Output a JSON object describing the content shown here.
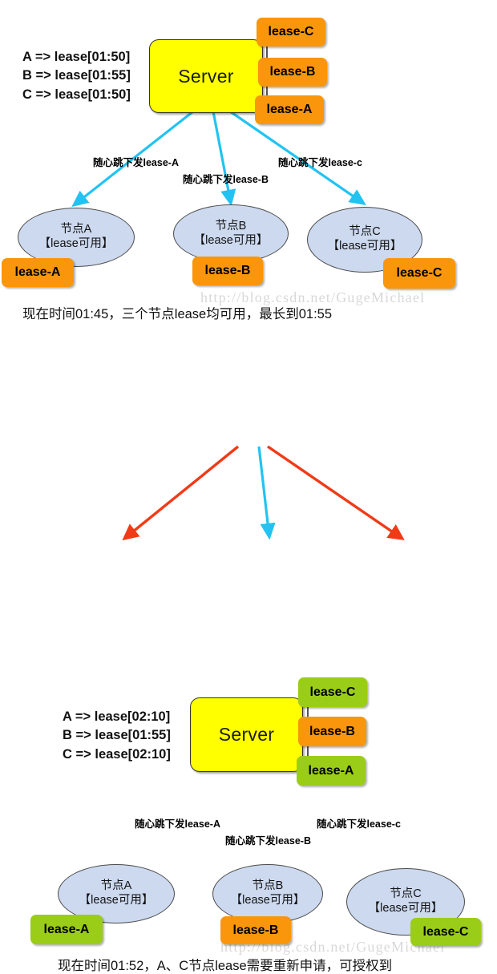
{
  "colors": {
    "server_fill": "#ffff00",
    "chip_orange": "#f9960b",
    "chip_green": "#9acd18",
    "node_fill": "#ccd9ef",
    "arrow_cyan": "#22c3f2",
    "arrow_red": "#f03b17",
    "watermark": "#d8d8d8"
  },
  "watermark": {
    "text": "http://blog.csdn.net/GugeMichael"
  },
  "diagram1": {
    "server": {
      "label": "Server"
    },
    "spec_lines": [
      "A => lease[01:50]",
      "B => lease[01:55]",
      "C => lease[01:50]"
    ],
    "server_chips": [
      {
        "label": "lease-C",
        "color": "orange"
      },
      {
        "label": "lease-B",
        "color": "orange"
      },
      {
        "label": "lease-A",
        "color": "orange"
      }
    ],
    "edges": [
      {
        "label": "随心跳下发lease-A",
        "color": "#22c3f2"
      },
      {
        "label": "随心跳下发lease-B",
        "color": "#22c3f2"
      },
      {
        "label": "随心跳下发lease-c",
        "color": "#22c3f2"
      }
    ],
    "nodes": [
      {
        "title": "节点A",
        "status": "【lease可用】",
        "chip": "lease-A",
        "chip_color": "orange"
      },
      {
        "title": "节点B",
        "status": "【lease可用】",
        "chip": "lease-B",
        "chip_color": "orange"
      },
      {
        "title": "节点C",
        "status": "【lease可用】",
        "chip": "lease-C",
        "chip_color": "orange"
      }
    ],
    "caption": "现在时间01:45，三个节点lease均可用，最长到01:55"
  },
  "diagram2": {
    "server": {
      "label": "Server"
    },
    "spec_lines": [
      "A => lease[02:10]",
      "B => lease[01:55]",
      "C => lease[02:10]"
    ],
    "server_chips": [
      {
        "label": "lease-C",
        "color": "green"
      },
      {
        "label": "lease-B",
        "color": "orange"
      },
      {
        "label": "lease-A",
        "color": "green"
      }
    ],
    "edges": [
      {
        "label": "随心跳下发lease-A",
        "color": "#f03b17"
      },
      {
        "label": "随心跳下发lease-B",
        "color": "#22c3f2"
      },
      {
        "label": "随心跳下发lease-c",
        "color": "#f03b17"
      }
    ],
    "nodes": [
      {
        "title": "节点A",
        "status": "【lease可用】",
        "chip": "lease-A",
        "chip_color": "green"
      },
      {
        "title": "节点B",
        "status": "【lease可用】",
        "chip": "lease-B",
        "chip_color": "orange"
      },
      {
        "title": "节点C",
        "status": "【lease可用】",
        "chip": "lease-C",
        "chip_color": "green"
      }
    ],
    "caption": "现在时间01:52，A、C节点lease需要重新申请，可授权到"
  }
}
